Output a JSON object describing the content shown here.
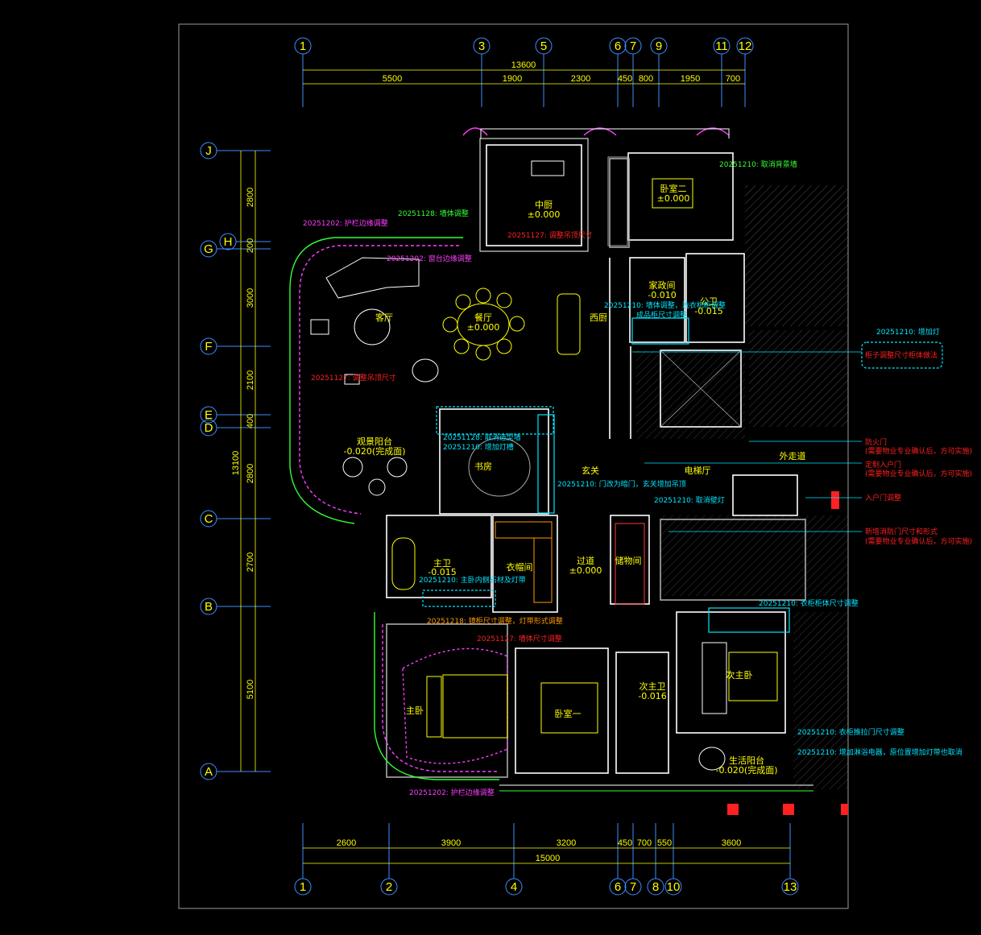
{
  "colors": {
    "background": "#000000",
    "axis": "#3f8cff",
    "dimension": "#ffff00",
    "wall": "#ffffff",
    "cyan_note": "#00e5ff",
    "magenta_note": "#ff3cff",
    "green_note": "#33ff33",
    "red_note": "#ff2020",
    "orange_note": "#ff9a00"
  },
  "top_axes": [
    "1",
    "3",
    "5",
    "6",
    "7",
    "9",
    "11",
    "12"
  ],
  "bottom_axes": [
    "1",
    "2",
    "4",
    "6",
    "7",
    "8",
    "10",
    "13"
  ],
  "left_axes": [
    "J",
    "H",
    "G",
    "F",
    "E",
    "D",
    "C",
    "B",
    "A"
  ],
  "top_dims": {
    "total": "13600",
    "segments": [
      "5500",
      "1900",
      "2300",
      "450",
      "800",
      "1950",
      "700"
    ]
  },
  "bottom_dims": {
    "total": "15000",
    "segments": [
      "2600",
      "3900",
      "3200",
      "450",
      "700",
      "550",
      "3600"
    ]
  },
  "left_dims": {
    "total": "13100",
    "segments": [
      "2800",
      "200",
      "3000",
      "2100",
      "400",
      "2800",
      "2700",
      "5100"
    ]
  },
  "rooms": {
    "kitchen": "中厨",
    "kitchen_level": "±0.000",
    "bedroom2": "卧室二",
    "bedroom2_level": "±0.000",
    "living": "客厅",
    "dining": "餐厅",
    "dining_level": "±0.000",
    "western_kitchen": "西厨",
    "housekeeping": "家政间",
    "housekeeping_level": "-0.010",
    "public_wc": "公卫",
    "public_wc_level": "-0.015",
    "view_balcony": "观景阳台",
    "view_balcony_level": "-0.020(完成面)",
    "study": "书房",
    "foyer": "玄关",
    "elevator_hall": "电梯厅",
    "outer_corridor": "外走道",
    "master_bath": "主卫",
    "master_bath_level": "-0.015",
    "closet": "衣帽间",
    "passage": "过道",
    "passage_level": "±0.000",
    "storage": "储物间",
    "master_bed": "主卧",
    "bedroom1": "卧室一",
    "second_bath": "次主卫",
    "second_bath_level": "-0.016",
    "second_master": "次主卧",
    "life_balcony": "生活阳台",
    "life_balcony_level": "-0.020(完成面)"
  },
  "notes": {
    "n_top_right": "20251210: 取消背景墙",
    "n_1128_wall": "20251128: 墙体调整",
    "n_1202_top": "20251202: 护栏边缘调整",
    "n_1127_red": "20251127: 调整吊顶尺寸",
    "n_1202_line": "20251202: 窗台边缘调整",
    "n_1210_house": "20251210: 墙体调整，洗衣机柜调整",
    "n_1210_house2": "成品柜尺寸调整",
    "n_1210_right": "20251210: 增加灯",
    "n_1210_right2": "柜子调整尺寸柜体做法",
    "n_1127_living": "20251127: 调整吊顶尺寸",
    "n_1128_study": "20251128: 取消造型墙",
    "n_1210_study": "20251210: 增加灯槽",
    "n_1210_foyer": "20251210: 门改为暗门，玄关增加吊顶",
    "n_1210_elev": "20251210: 取消壁灯",
    "n_1210_master": "20251210: 主卧内侧石材及灯带",
    "n_1218_bath": "20251218: 镜柜尺寸调整，灯带形式调整",
    "n_1127_bed": "20251127: 墙体尺寸调整",
    "n_1210_second": "20251210: 衣柜柜体尺寸调整",
    "n_1210_second2": "20251210: 衣柜推拉门尺寸调整",
    "n_1210_second3": "20251210: 增加淋浴电器，原位置增加灯带也取消",
    "n_1202_bottom": "20251202: 护栏边缘调整",
    "red_r1": "防火门",
    "red_r1b": "(需要物业专业确认后，方可实施)",
    "red_r2": "定制入户门",
    "red_r2b": "(需要物业专业确认后，方可实施)",
    "red_r3": "入户门调整",
    "red_r4": "新增消防门尺寸和形式",
    "red_r4b": "(需要物业专业确认后，方可实施)"
  }
}
